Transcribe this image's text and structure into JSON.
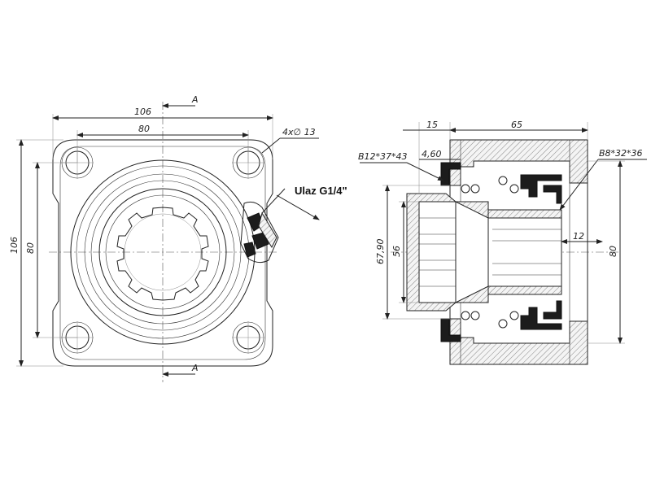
{
  "front_view": {
    "dim_overall_width": "106",
    "dim_bolt_spacing_h": "80",
    "dim_overall_height": "106",
    "dim_bolt_spacing_v": "80",
    "holes_note": "4x∅ 13",
    "port_label": "Ulaz G1/4\"",
    "section_mark_top": "A",
    "section_mark_bottom": "A"
  },
  "section_view": {
    "dim_flange_thickness": "15",
    "dim_body_length": "65",
    "dim_step": "4,60",
    "seal_left": "B12*37*43",
    "seal_right": "B8*32*36",
    "dim_diameter_outer": "67,90",
    "dim_diameter_inner": "56",
    "dim_bore_right": "12",
    "dim_height_right": "80"
  },
  "colors": {
    "line": "#222222",
    "solid_fill": "#1c1c1c",
    "background": "#ffffff"
  }
}
